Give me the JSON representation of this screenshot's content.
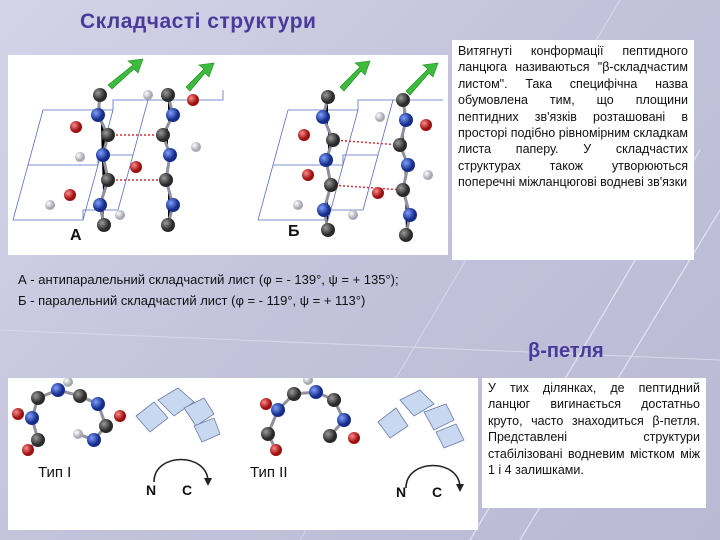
{
  "slide_title": "Складчасті структури",
  "sheet_labels": {
    "a": "А",
    "b": "Б"
  },
  "sheet_description": "Витягнуті конформації пептидного ланцюга називаються \"β-складчастим листом\". Така специфічна назва обумовлена тим, що площини пептидних зв'язків розташовані в просторі подібно рівномірним складкам листа паперу. У складчастих структурах також утворюються поперечні міжланцюгові водневі зв'язки",
  "angles": [
    "А - антипаралельний складчастий лист (φ = - 139°, ψ = + 135°);",
    "Б - паралельний складчастий лист (φ = - 119°, ψ = + 113°)"
  ],
  "loop_title": "β-петля",
  "turn_types": {
    "type1": "Тип I",
    "type2": "Тип II",
    "n": "N",
    "c": "C"
  },
  "loop_description": "У тих ділянках, де пептидний ланцюг вигинається достатньо круто, часто знаходиться β-петля. Представлені структури стабілізовані водневим містком між 1 і 4 залишками.",
  "colors": {
    "title": "#4b3a9a",
    "carbon": "#3a3a3a",
    "nitrogen": "#1f3fb0",
    "oxygen": "#cc1f1f",
    "hydrogen": "#d8d8e0",
    "arrow": "#3dbb3d"
  }
}
